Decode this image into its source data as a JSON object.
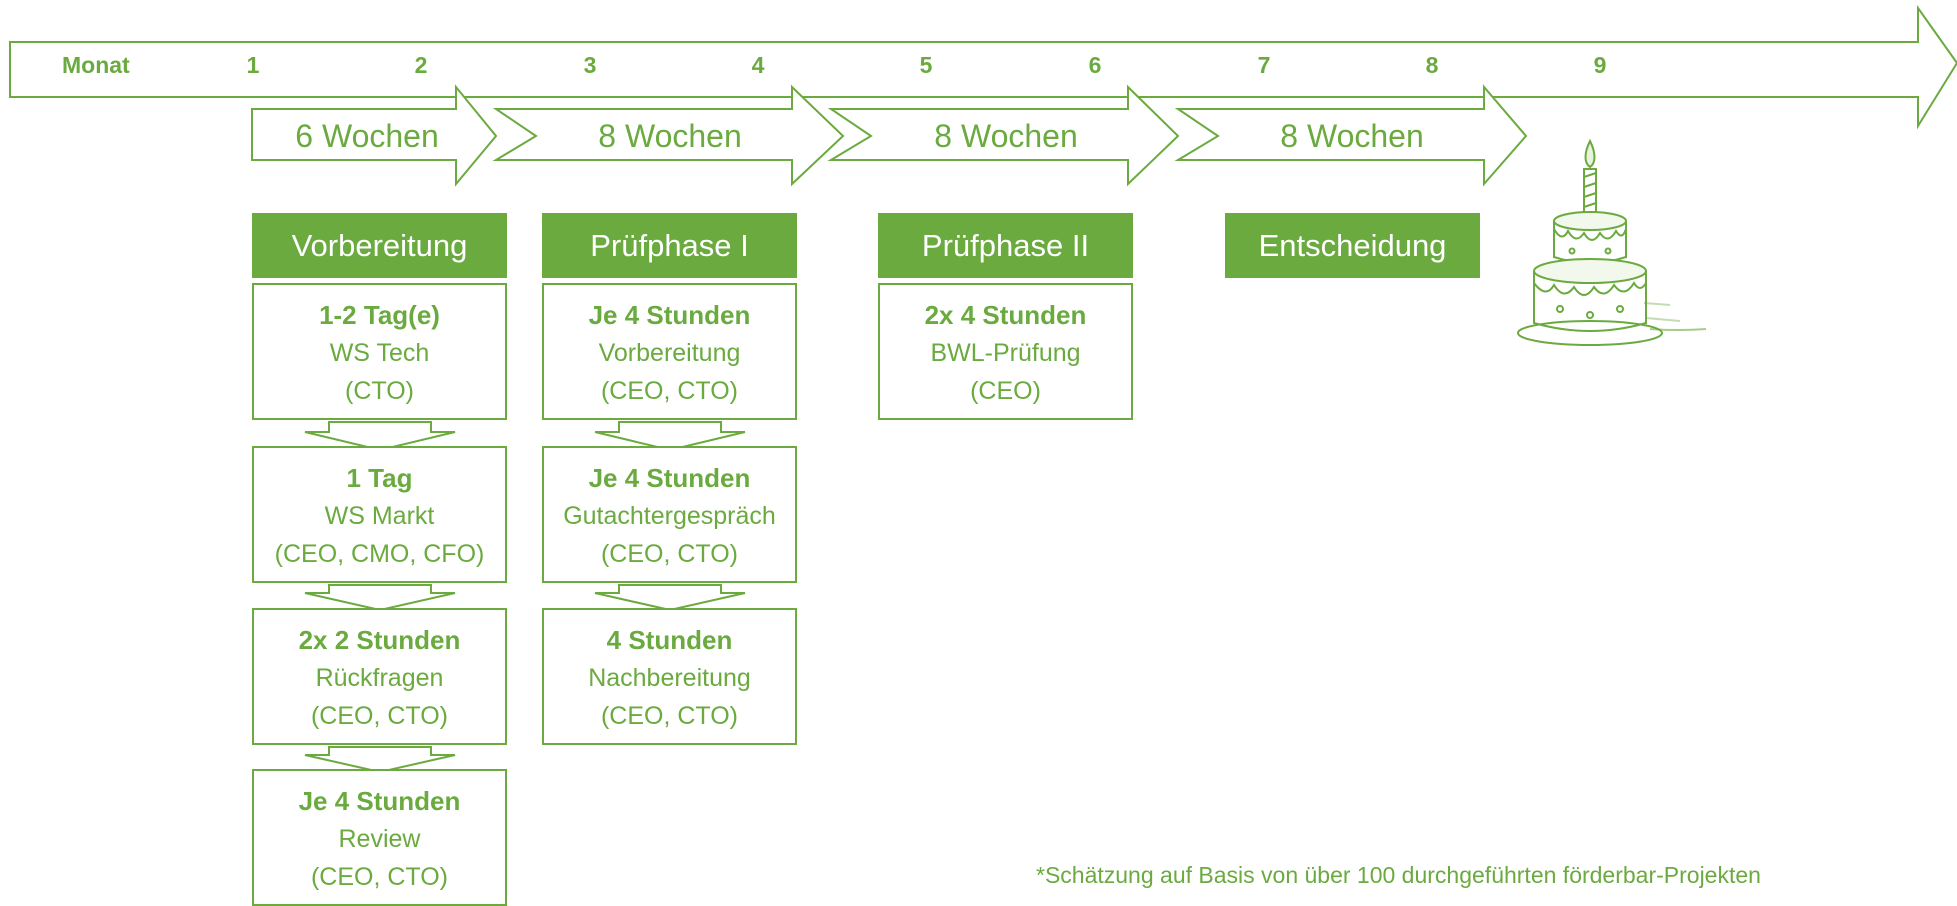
{
  "timeline": {
    "label": "Monat",
    "months": [
      "1",
      "2",
      "3",
      "4",
      "5",
      "6",
      "7",
      "8",
      "9"
    ]
  },
  "durations": [
    "6 Wochen",
    "8 Wochen",
    "8 Wochen",
    "8 Wochen"
  ],
  "phases": [
    {
      "title": "Vorbereitung",
      "steps": [
        {
          "duration": "1-2 Tag(e)",
          "activity": "WS Tech",
          "who": "(CTO)"
        },
        {
          "duration": "1 Tag",
          "activity": "WS Markt",
          "who": "(CEO, CMO, CFO)"
        },
        {
          "duration": "2x 2 Stunden",
          "activity": "Rückfragen",
          "who": "(CEO, CTO)"
        },
        {
          "duration": "Je 4 Stunden",
          "activity": "Review",
          "who": "(CEO, CTO)"
        }
      ]
    },
    {
      "title": "Prüfphase I",
      "steps": [
        {
          "duration": "Je 4 Stunden",
          "activity": "Vorbereitung",
          "who": "(CEO, CTO)"
        },
        {
          "duration": "Je 4 Stunden",
          "activity": "Gutachtergespräch",
          "who": "(CEO, CTO)"
        },
        {
          "duration": "4 Stunden",
          "activity": "Nachbereitung",
          "who": "(CEO, CTO)"
        }
      ]
    },
    {
      "title": "Prüfphase II",
      "steps": [
        {
          "duration": "2x 4 Stunden",
          "activity": "BWL-Prüfung",
          "who": "(CEO)"
        }
      ]
    },
    {
      "title": "Entscheidung",
      "steps": []
    }
  ],
  "footnote": "*Schätzung auf Basis von über 100 durchgeführten förderbar-Projekten",
  "icons": {
    "milestone": "birthday-cake-icon"
  },
  "colors": {
    "accent": "#6aaa3f",
    "background": "#ffffff"
  }
}
